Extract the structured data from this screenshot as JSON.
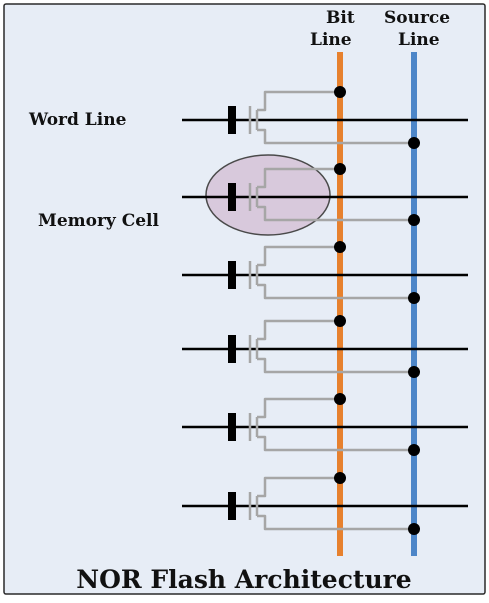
{
  "labels": {
    "bit_line_1": "Bit",
    "bit_line_2": "Line",
    "source_line_1": "Source",
    "source_line_2": "Line",
    "word_line": "Word Line",
    "memory_cell": "Memory Cell",
    "title": "NOR Flash Architecture"
  },
  "colors": {
    "background_panel": "#e7edf6",
    "panel_border": "#2a2a2a",
    "bit_line": "#e7812e",
    "source_line": "#4d86c8",
    "word_line": "#000000",
    "transistor": "#a6a6a6",
    "gate": "#000000",
    "node": "#000000",
    "memory_cell_fill": "#d8c9dc",
    "memory_cell_stroke": "#4a4a4a",
    "text": "#111111"
  },
  "cell_count": 6
}
